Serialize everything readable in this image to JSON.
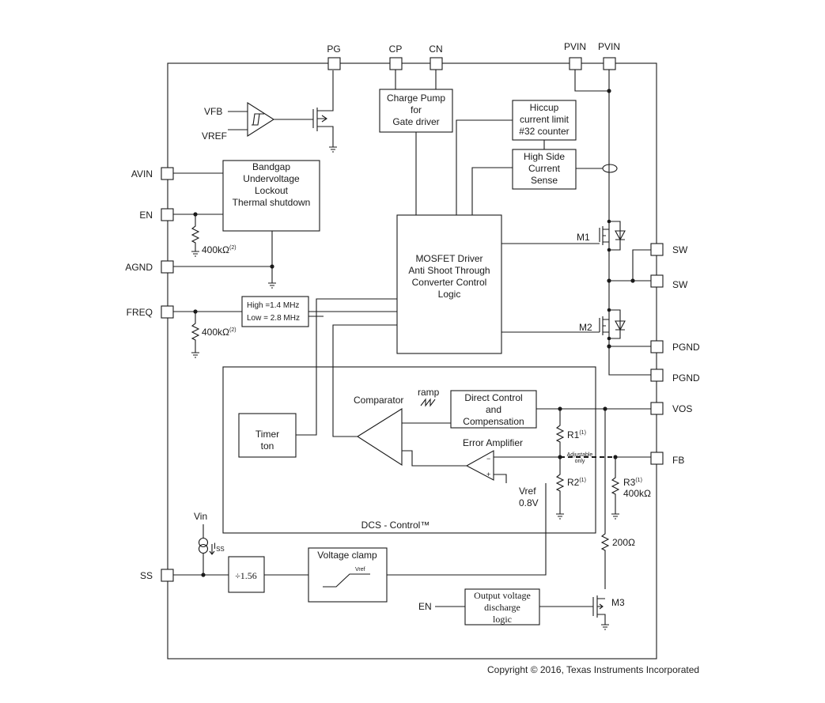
{
  "pins": {
    "pg": "PG",
    "cp": "CP",
    "cn": "CN",
    "pvin_1": "PVIN",
    "pvin_2": "PVIN",
    "avin": "AVIN",
    "en": "EN",
    "agnd": "AGND",
    "freq": "FREQ",
    "ss": "SS",
    "sw_1": "SW",
    "sw_2": "SW",
    "pgnd_1": "PGND",
    "pgnd_2": "PGND",
    "vos": "VOS",
    "fb": "FB"
  },
  "signals": {
    "vfb": "VFB",
    "vref": "VREF",
    "vin": "Vin",
    "iss_main": "I",
    "iss_sub": "SS",
    "en_ext": "EN",
    "ramp": "ramp",
    "vref_ea": "Vref",
    "vref_ea_value": "0.8V",
    "adjustable": "Adjustable",
    "only": "only"
  },
  "blocks": {
    "charge_pump": [
      "Charge Pump",
      "for",
      "Gate driver"
    ],
    "hiccup": [
      "Hiccup",
      "current limit",
      "#32 counter"
    ],
    "high_side_sense": [
      "High Side",
      "Current",
      "Sense"
    ],
    "bandgap": [
      "Bandgap",
      "Undervoltage",
      "Lockout",
      "Thermal shutdown"
    ],
    "mosfet_driver": [
      "MOSFET Driver",
      "Anti Shoot Through",
      "Converter Control",
      "Logic"
    ],
    "freq_select": [
      "High =1.4 MHz",
      "Low = 2.8 MHz"
    ],
    "timer": [
      "Timer",
      "ton"
    ],
    "comparator": "Comparator",
    "direct_control": [
      "Direct Control",
      "and",
      "Compensation"
    ],
    "error_amplifier": "Error Amplifier",
    "dcs_control": "DCS - Control™",
    "divider": "÷1.56",
    "voltage_clamp": "Voltage clamp",
    "voltage_clamp_vref": "Vref",
    "discharge_logic": [
      "Output voltage",
      "discharge",
      "logic"
    ]
  },
  "components": {
    "m1": "M1",
    "m2": "M2",
    "m3": "M3",
    "r_en": "400kΩ",
    "r_en_note": "(2)",
    "r_freq": "400kΩ",
    "r_freq_note": "(2)",
    "r1": "R1",
    "r1_note": "(1)",
    "r2": "R2",
    "r2_note": "(1)",
    "r3": "R3",
    "r3_note": "(1)",
    "r3_value": "400kΩ",
    "r_discharge": "200Ω"
  },
  "footer": {
    "copyright": "Copyright © 2016, Texas Instruments Incorporated"
  }
}
